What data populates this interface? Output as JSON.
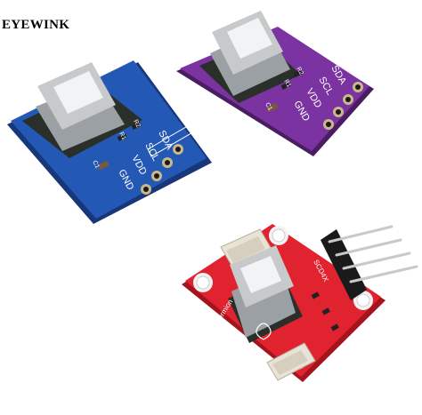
{
  "brand": {
    "text": "EYEWINK"
  },
  "blue_board": {
    "color": "#1f4fa6",
    "labels": [
      "SDA",
      "SCL",
      "VDD",
      "GND"
    ],
    "components": [
      "R2",
      "R1",
      "C1"
    ]
  },
  "purple_board": {
    "color": "#6a2a8a",
    "labels": [
      "SDA",
      "SCL",
      "VDD",
      "GND"
    ],
    "components": [
      "R2",
      "R1",
      "C1"
    ]
  },
  "red_board": {
    "color": "#d91f2b",
    "labels": [
      "SCD4X",
      "Fermion"
    ],
    "pins": 4
  }
}
